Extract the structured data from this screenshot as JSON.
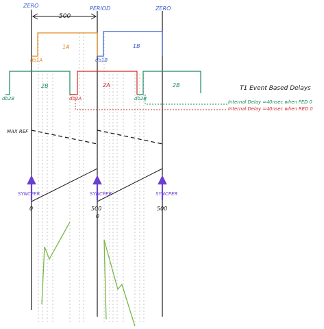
{
  "colors": {
    "black": "#1a1a1a",
    "blue": "#3a62c9",
    "orange": "#e08a1e",
    "green": "#1f8a5e",
    "red": "#d02b2b",
    "purple": "#6a3fd0",
    "lime": "#7ab648",
    "grid": "#b8b8b8"
  },
  "labels": {
    "zero_left": "ZERO",
    "period": "PERIOD",
    "zero_right": "ZERO",
    "period_value": "500",
    "a1": "1A",
    "b1": "1B",
    "db1a": "db1A",
    "db1b": "db1B",
    "b2_left": "2B",
    "a2": "2A",
    "b2_right": "2B",
    "db2b_left": "db2B",
    "db2a": "db2A",
    "db2b_right": "db2B",
    "t1_title": "T1 Event Based Delays",
    "fed_note": "Internal Delay =40nsec when FED 0",
    "red_note": "Internal Delay =40nsec when RED 0",
    "max_ref": "MAX REF",
    "syncper_1": "SYNCPER",
    "syncper_2": "SYNCPER",
    "syncper_3": "SYNCPER",
    "count_0a": "0",
    "count_500a": "500",
    "count_0b": "0",
    "count_500b": "500"
  }
}
